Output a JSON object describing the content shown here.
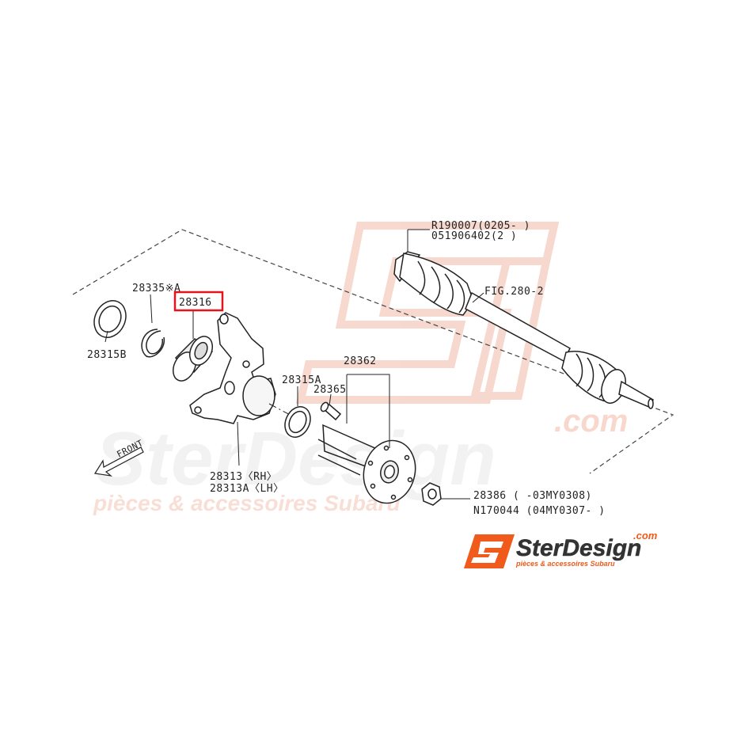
{
  "diagram": {
    "part_labels": {
      "p28335": "28335※A",
      "p28316": "28316",
      "p28315B": "28315B",
      "p28313_rh": "28313〈RH〉",
      "p28313A_lh": "28313A〈LH〉",
      "p28315A": "28315A",
      "p28362": "28362",
      "p28365": "28365",
      "r190007": "R190007(0205-  )",
      "p051906402": "051906402(2  )",
      "fig": "FIG.280-2",
      "p28386": "28386   (          -03MY0308)",
      "n170044": "N170044 (04MY0307-         )"
    },
    "front_arrow": "FRONT",
    "highlighted_part": "28316",
    "highlight_color": "#e3141b"
  },
  "watermark": {
    "brand": "SterDesign",
    "dotcom": ".com",
    "tagline": "pièces & accessoires Subaru",
    "color": "#f1b9a8"
  },
  "logo": {
    "mark": "SJ",
    "brand": "SterDesign",
    "dotcom": ".com",
    "tagline": "pièces & accessoires Subaru",
    "orange": "#f05a1a",
    "dark": "#333333"
  }
}
